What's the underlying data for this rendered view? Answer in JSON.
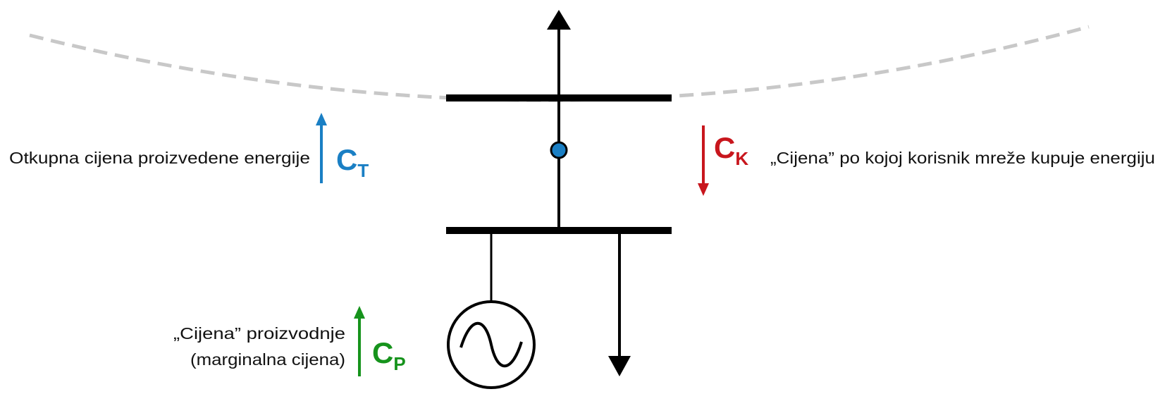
{
  "labels": {
    "ct_description": "Otkupna cijena proizvedene energije",
    "ck_description": "„Cijena” po kojoj korisnik mreže kupuje energiju",
    "cp_description_line1": "„Cijena” proizvodnje",
    "cp_description_line2": "(marginalna cijena)"
  },
  "symbols": {
    "ct": {
      "main": "C",
      "sub": "T",
      "color": "#1a7fc4"
    },
    "ck": {
      "main": "C",
      "sub": "K",
      "color": "#c8161d"
    },
    "cp": {
      "main": "C",
      "sub": "P",
      "color": "#16931c"
    }
  },
  "colors": {
    "line": "#000000",
    "dashed_curve": "#c8c8c8",
    "node_fill": "#1a7fc4"
  }
}
